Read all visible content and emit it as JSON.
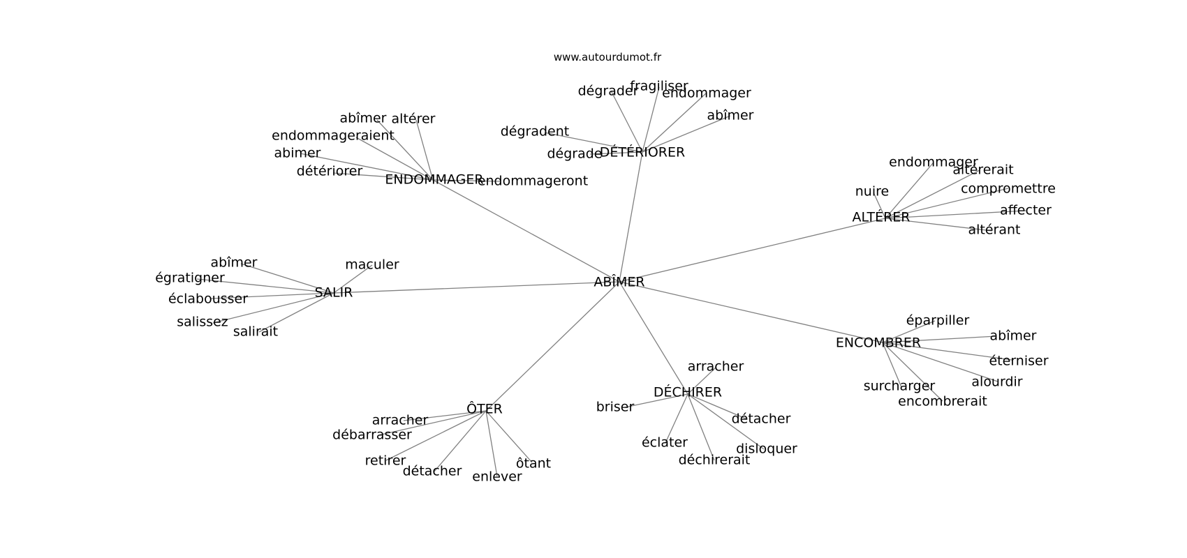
{
  "source": "www.autourdumot.fr",
  "colors": {
    "edge": "#808080",
    "text": "#000000",
    "background": "#ffffff"
  },
  "graph": {
    "center": "ABÎMER",
    "groups": [
      {
        "hub": "ENDOMMAGER",
        "leaves": [
          "abîmer",
          "altérer",
          "endommageraient",
          "abimer",
          "détériorer",
          "endommageront"
        ]
      },
      {
        "hub": "DÉTÉRIORER",
        "leaves": [
          "dégrader",
          "fragiliser",
          "endommager",
          "abîmer",
          "dégradent",
          "dégrade"
        ]
      },
      {
        "hub": "ALTÉRER",
        "leaves": [
          "endommager",
          "altérerait",
          "compromettre",
          "affecter",
          "altérant",
          "nuire"
        ]
      },
      {
        "hub": "SALIR",
        "leaves": [
          "abîmer",
          "maculer",
          "égratigner",
          "éclabousser",
          "salissez",
          "salirait"
        ]
      },
      {
        "hub": "ENCOMBRER",
        "leaves": [
          "éparpiller",
          "abîmer",
          "éterniser",
          "alourdir",
          "surcharger",
          "encombrerait"
        ]
      },
      {
        "hub": "DÉCHIRER",
        "leaves": [
          "arracher",
          "briser",
          "détacher",
          "disloquer",
          "déchirerait",
          "éclater"
        ]
      },
      {
        "hub": "ÔTER",
        "leaves": [
          "arracher",
          "débarrasser",
          "retirer",
          "détacher",
          "enlever",
          "ôtant"
        ]
      }
    ]
  }
}
